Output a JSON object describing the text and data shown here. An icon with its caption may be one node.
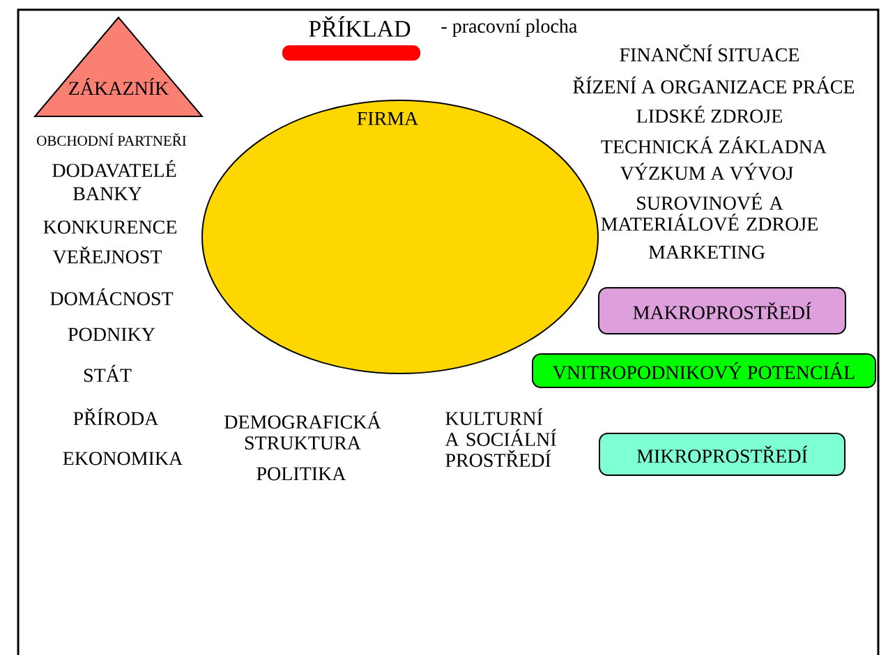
{
  "diagram": {
    "title": "PŘÍKLAD",
    "nodes": [
      {
        "text": [
          "ZÁKAZNÍK"
        ]
      },
      {
        "text": [
          "FIRMA"
        ]
      },
      {
        "text": [],
        "shape": "bar"
      },
      {
        "text": [
          "MAKROPROSTŘEDÍ"
        ]
      },
      {
        "text": [
          "VNITROPODNIKOVÝ POTENCIÁL"
        ]
      },
      {
        "text": [
          "MIKROPROSTŘEDÍ"
        ]
      }
    ],
    "labels": [
      "- pracovní plocha",
      "FINANČNÍ SITUACE",
      "ŘÍZENÍ A ORGANIZACE PRÁCE",
      "LIDSKÉ ZDROJE",
      "TECHNICKÁ ZÁKLADNA",
      "VÝZKUM A VÝVOJ",
      "SUROVINOVÉ A MATERIÁLOVÉ ZDROJE",
      "MARKETING",
      "OBCHODNÍ PARTNEŘI",
      "DODAVATELÉ",
      "BANKY",
      "KONKURENCE",
      "VEŘEJNOST",
      "DOMÁCNOST",
      "PODNIKY",
      "STÁT",
      "PŘÍRODA",
      "EKONOMIKA",
      "DEMOGRAFICKÁ STRUKTURA",
      "POLITIKA",
      "KULTURNÍ A SOCIÁLNÍ PROSTŘEDÍ"
    ]
  }
}
